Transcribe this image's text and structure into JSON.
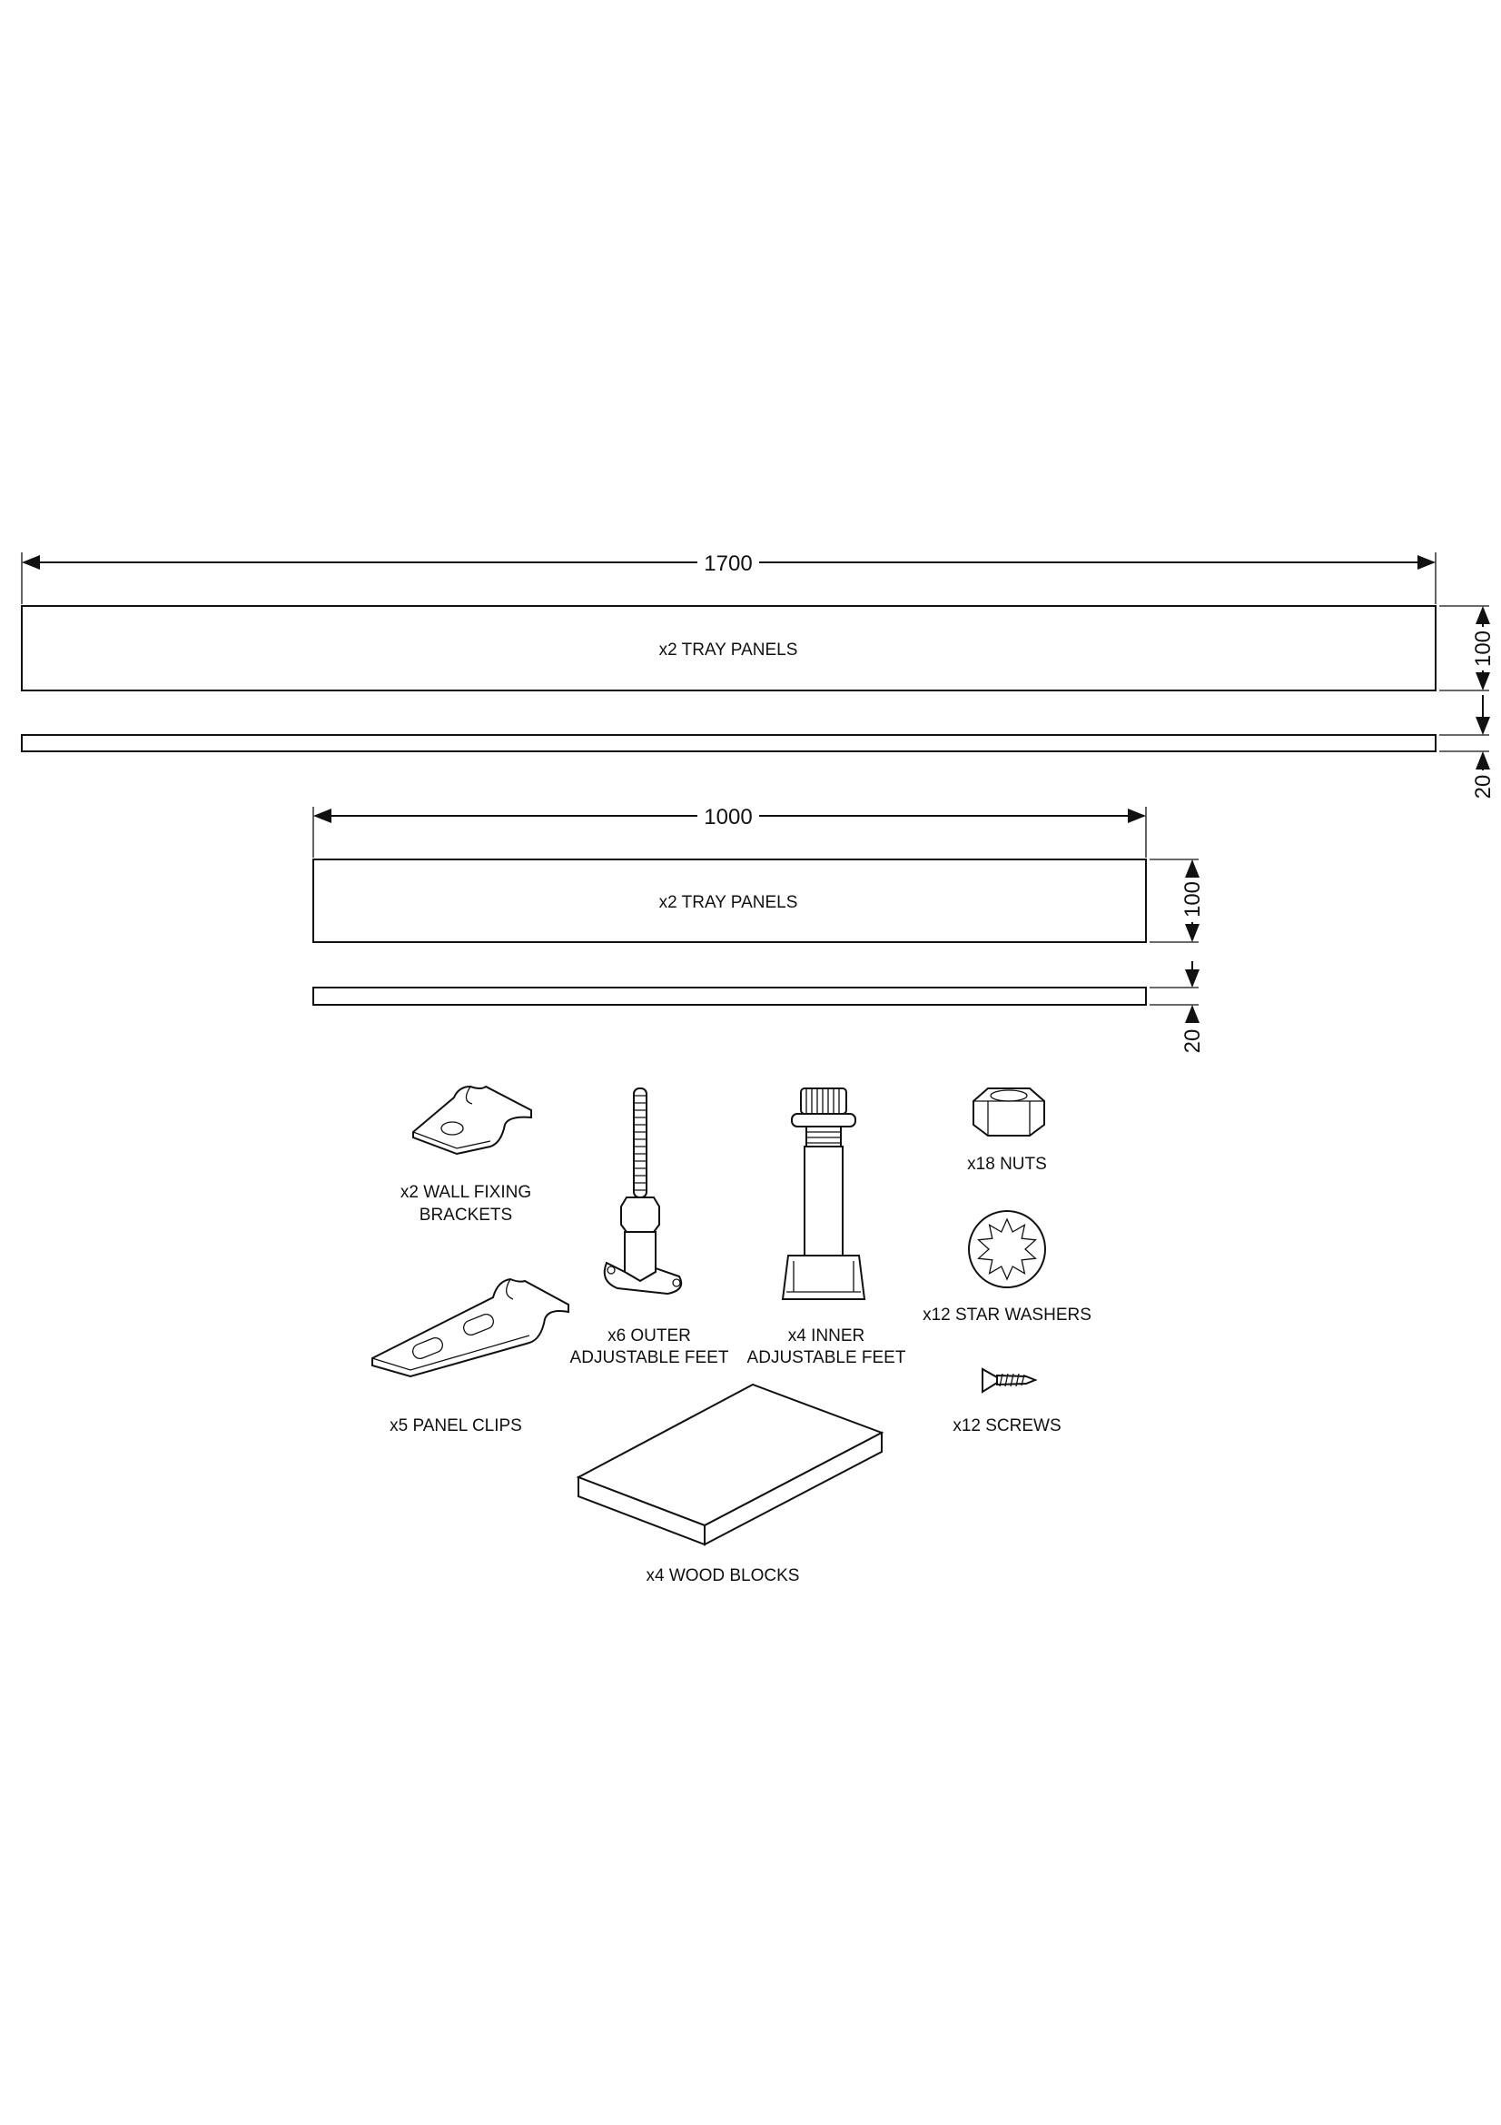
{
  "dimensions": {
    "long_length": "1700",
    "short_length": "1000",
    "panel_height_long": "100",
    "panel_thickness_long": "20",
    "panel_height_short": "100",
    "panel_thickness_short": "20"
  },
  "panels": {
    "long_label": "x2 TRAY PANELS",
    "short_label": "x2 TRAY PANELS"
  },
  "parts": {
    "wall_brackets": [
      "x2 WALL FIXING",
      "BRACKETS"
    ],
    "outer_feet": [
      "x6 OUTER",
      "ADJUSTABLE FEET"
    ],
    "inner_feet": [
      "x4 INNER",
      "ADJUSTABLE FEET"
    ],
    "nuts": "x18 NUTS",
    "star_washers": "x12 STAR WASHERS",
    "screws": "x12 SCREWS",
    "panel_clips": "x5 PANEL CLIPS",
    "wood_blocks": "x4 WOOD BLOCKS"
  }
}
